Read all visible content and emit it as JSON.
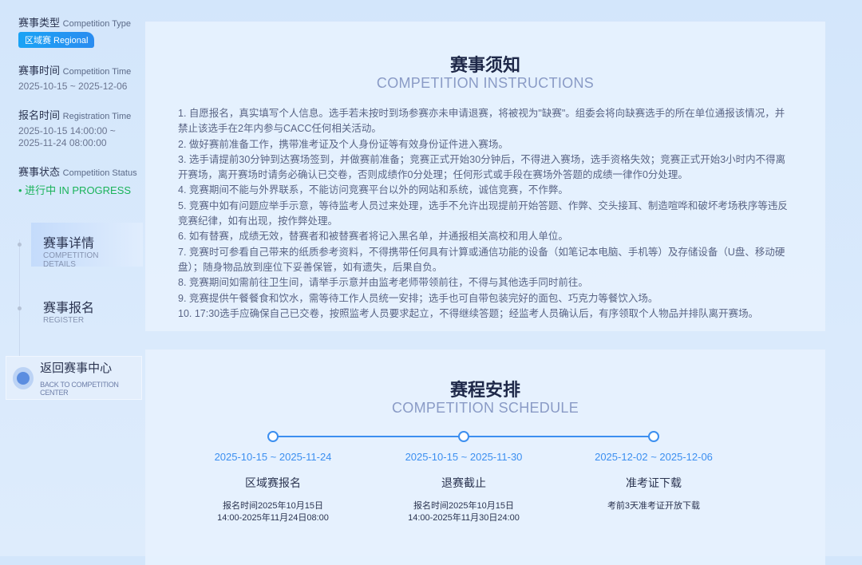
{
  "sidebar": {
    "type": {
      "zh": "赛事类型",
      "en": "Competition Type",
      "value": "区域赛  Regional"
    },
    "time": {
      "zh": "赛事时间",
      "en": "Competition Time",
      "value": "2025-10-15 ~ 2025-12-06"
    },
    "reg": {
      "zh": "报名时间",
      "en": "Registration Time",
      "value1": "2025-10-15 14:00:00 ~",
      "value2": "2025-11-24 08:00:00"
    },
    "status": {
      "zh": "赛事状态",
      "en": "Competition Status",
      "value": "• 进行中 IN PROGRESS",
      "color": "#1ab35a"
    },
    "nav": [
      {
        "zh": "赛事详情",
        "en": "COMPETITION DETAILS"
      },
      {
        "zh": "赛事报名",
        "en": "REGISTER"
      }
    ],
    "back": {
      "zh": "返回赛事中心",
      "en": "BACK TO COMPETITION CENTER"
    }
  },
  "instructions": {
    "title": "赛事须知",
    "subtitle": "COMPETITION INSTRUCTIONS",
    "items": [
      "1. 自愿报名，真实填写个人信息。选手若未按时到场参赛亦未申请退赛，将被视为\"缺赛\"。组委会将向缺赛选手的所在单位通报该情况，并禁止该选手在2年内参与CACC任何相关活动。",
      "2. 做好赛前准备工作，携带准考证及个人身份证等有效身份证件进入赛场。",
      "3. 选手请提前30分钟到达赛场签到，并做赛前准备；竞赛正式开始30分钟后，不得进入赛场，选手资格失效；竞赛正式开始3小时内不得离开赛场，离开赛场时请务必确认已交卷，否则成绩作0分处理；任何形式或手段在赛场外答题的成绩一律作0分处理。",
      "4. 竞赛期间不能与外界联系，不能访问竞赛平台以外的网站和系统，诚信竞赛，不作弊。",
      "5. 竞赛中如有问题应举手示意，等待监考人员过来处理，选手不允许出现提前开始答题、作弊、交头接耳、制造喧哗和破坏考场秩序等违反竞赛纪律，如有出现，按作弊处理。",
      "6. 如有替赛，成绩无效，替赛者和被替赛者将记入黑名单，并通报相关高校和用人单位。",
      "7. 竞赛时可参看自己带来的纸质参考资料，不得携带任何具有计算或通信功能的设备（如笔记本电脑、手机等）及存储设备（U盘、移动硬盘）；随身物品放到座位下妥善保管，如有遗失，后果自负。",
      "8. 竞赛期间如需前往卫生间，请举手示意并由监考老师带领前往，不得与其他选手同时前往。",
      "9. 竞赛提供午餐餐食和饮水，需等待工作人员统一安排；选手也可自带包装完好的面包、巧克力等餐饮入场。",
      "10. 17:30选手应确保自己已交卷，按照监考人员要求起立，不得继续答题；经监考人员确认后，有序领取个人物品并排队离开赛场。"
    ]
  },
  "schedule": {
    "title": "赛程安排",
    "subtitle": "COMPETITION SCHEDULE",
    "accent": "#3c8ff0",
    "items": [
      {
        "date": "2025-10-15 ~ 2025-11-24",
        "name": "区域赛报名",
        "t1": "报名时间2025年10月15日",
        "t2": "14:00-2025年11月24日08:00"
      },
      {
        "date": "2025-10-15 ~ 2025-11-30",
        "name": "退赛截止",
        "t1": "报名时间2025年10月15日",
        "t2": "14:00-2025年11月30日24:00"
      },
      {
        "date": "2025-12-02 ~ 2025-12-06",
        "name": "准考证下载",
        "t1": "考前3天准考证开放下载",
        "t2": ""
      }
    ]
  }
}
